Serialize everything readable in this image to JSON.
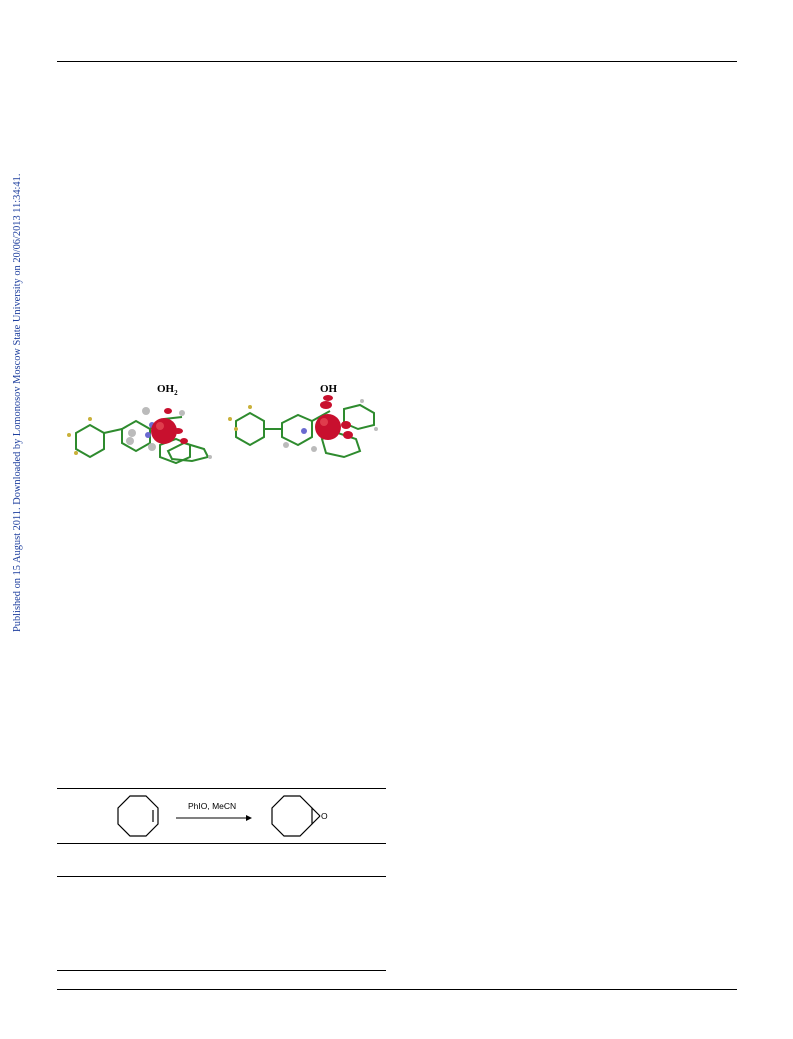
{
  "sidebar": {
    "published_note": "Published on 15 August 2011. Downloaded by Lomonosov Moscow State University on 20/06/2013 11:34:41."
  },
  "figure": {
    "left_label": {
      "main": "OH",
      "sub": "2"
    },
    "right_label": "OH"
  },
  "scheme": {
    "reagents": "PhIO, MeCN",
    "product_atom": "O"
  },
  "colors": {
    "link_blue": "#1e3f9e",
    "density_red": "#c8102e",
    "bond_green": "#2e8b2e"
  }
}
